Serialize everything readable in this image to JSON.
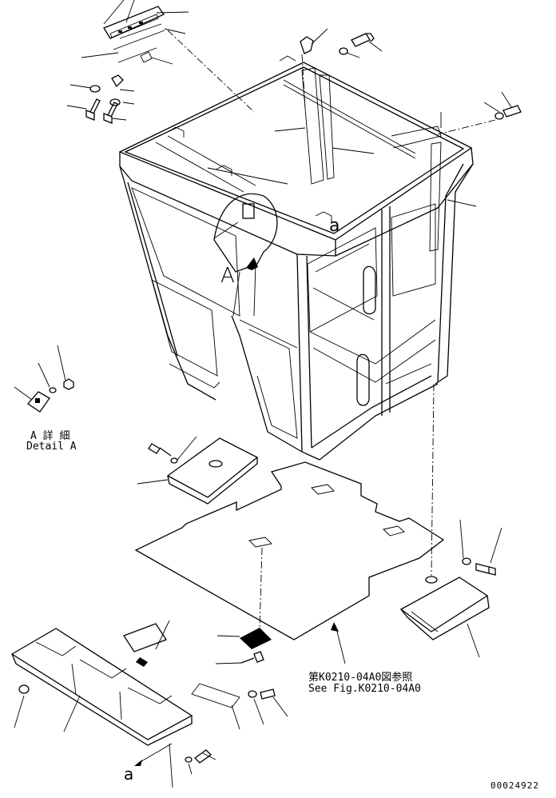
{
  "detail_label": {
    "jp": "A 詳 細",
    "en": "Detail A"
  },
  "view_letters": {
    "big_a": "A",
    "small_a_top": "a",
    "small_a_bottom": "a"
  },
  "reference": {
    "jp": "第K0210-04A0図参照",
    "en": "See Fig.K0210-04A0"
  },
  "drawing_number": "00024922"
}
